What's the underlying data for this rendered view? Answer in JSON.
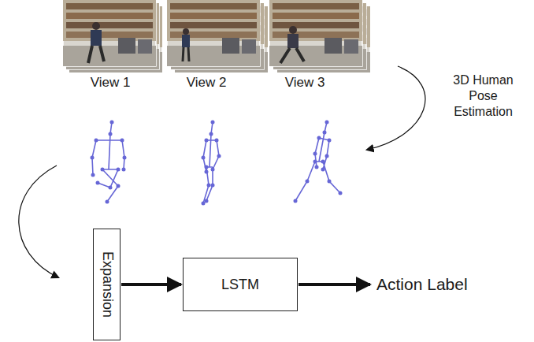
{
  "diagram": {
    "nodes": [
      {
        "text": [
          "Expansion"
        ]
      },
      {
        "text": [
          "LSTM"
        ]
      }
    ],
    "edges": [
      {
        "from": 0,
        "to": 1,
        "arrow": "to"
      }
    ],
    "labels": [
      "View 1",
      "View 2",
      "View 3",
      "3D Human Pose Estimation",
      "Action Label"
    ]
  }
}
